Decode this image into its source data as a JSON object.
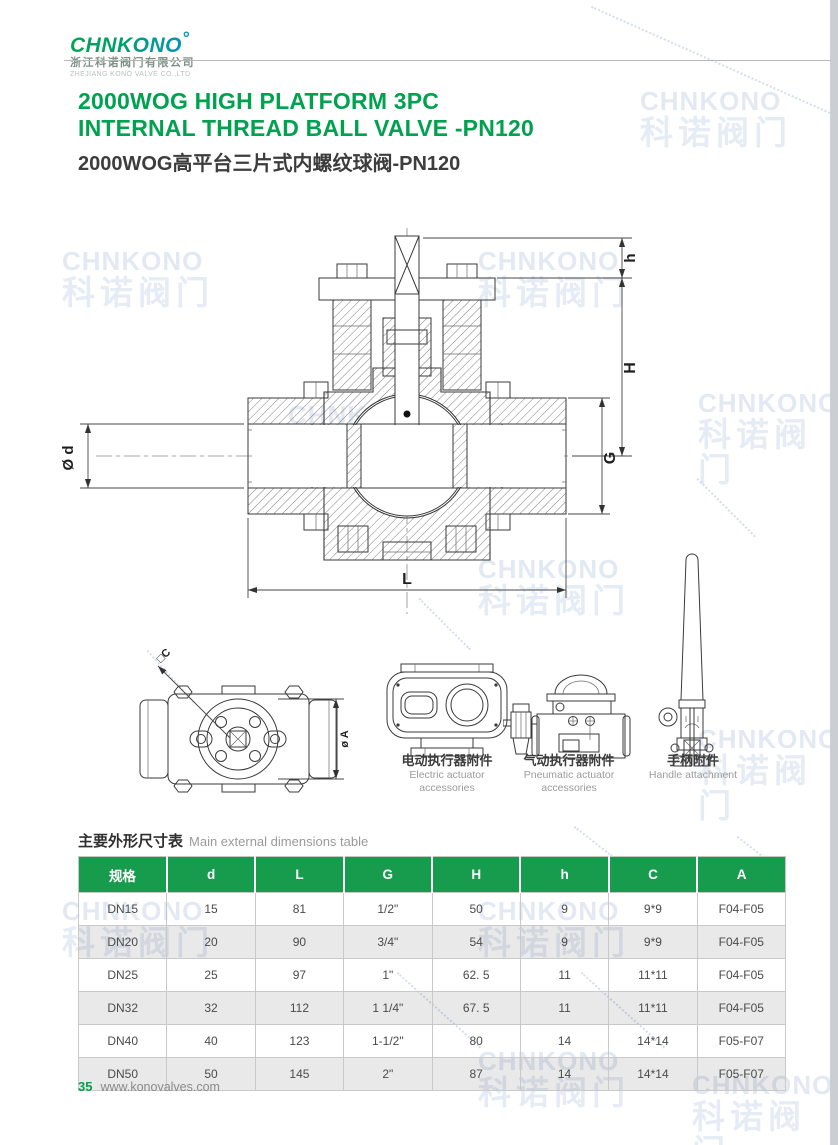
{
  "header": {
    "logo_text": "CHNKONO",
    "logo_mark": "°",
    "company_cn": "浙江科诺阀门有限公司",
    "company_en": "ZHEJIANG KONO VALVE CO.,LTD"
  },
  "title": {
    "en_line1": "2000WOG HIGH PLATFORM 3PC",
    "en_line2": "INTERNAL THREAD BALL VALVE -PN120",
    "cn": "2000WOG高平台三片式内螺纹球阀-PN120"
  },
  "drawing": {
    "dim_h": "h",
    "dim_H": "H",
    "dim_G": "G",
    "dim_d": "Ø d",
    "dim_L": "L",
    "dim_C": "□C",
    "dim_A": "ø A"
  },
  "accessories": [
    {
      "cn": "电动执行器附件",
      "en1": "Electric actuator",
      "en2": "accessories"
    },
    {
      "cn": "气动执行器附件",
      "en1": "Pneumatic actuator",
      "en2": "accessories"
    },
    {
      "cn": "手柄附件",
      "en1": "Handle attachment",
      "en2": ""
    }
  ],
  "table": {
    "title_cn": "主要外形尺寸表",
    "title_en": "Main external dimensions table",
    "headers": [
      "规格",
      "d",
      "L",
      "G",
      "H",
      "h",
      "C",
      "A"
    ],
    "rows": [
      [
        "DN15",
        "15",
        "81",
        "1/2\"",
        "50",
        "9",
        "9*9",
        "F04-F05"
      ],
      [
        "DN20",
        "20",
        "90",
        "3/4\"",
        "54",
        "9",
        "9*9",
        "F04-F05"
      ],
      [
        "DN25",
        "25",
        "97",
        "1\"",
        "62. 5",
        "11",
        "11*11",
        "F04-F05"
      ],
      [
        "DN32",
        "32",
        "112",
        "1 1/4\"",
        "67. 5",
        "11",
        "11*11",
        "F04-F05"
      ],
      [
        "DN40",
        "40",
        "123",
        "1-1/2\"",
        "80",
        "14",
        "14*14",
        "F05-F07"
      ],
      [
        "DN50",
        "50",
        "145",
        "2\"",
        "87",
        "14",
        "14*14",
        "F05-F07"
      ]
    ]
  },
  "footer": {
    "page_number": "35",
    "website": "www.konovalves.com"
  },
  "watermark": {
    "line1": "CHNKONO",
    "line2": "科诺阀门"
  },
  "colors": {
    "title_green": "#00a24f",
    "table_header_green": "#179b4c",
    "footer_green": "#00a04e",
    "watermark": "#e3e9f3",
    "edge_strip": "#cbced3"
  }
}
